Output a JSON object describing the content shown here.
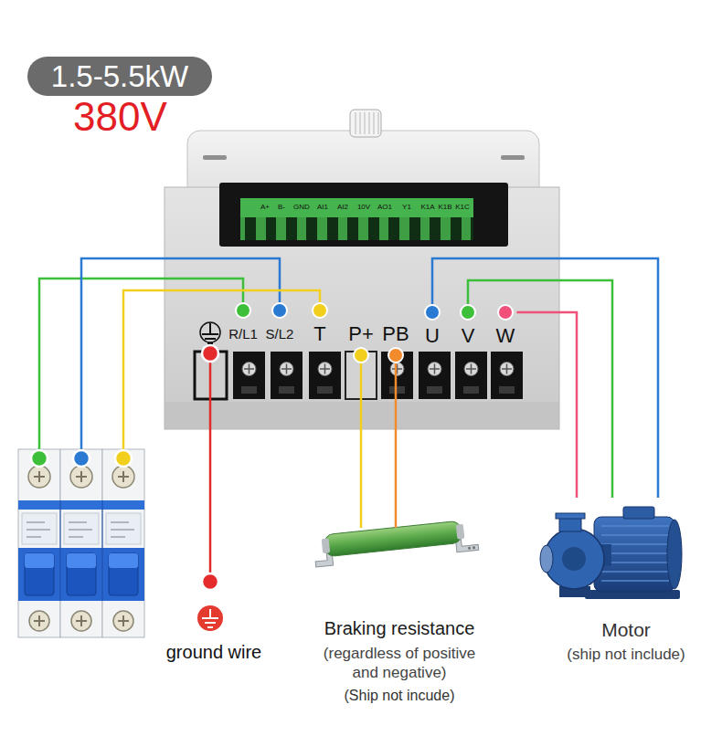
{
  "diagram": {
    "nodes": [
      {
        "text": [
          "1.5-5.5kW"
        ]
      },
      {
        "text": [
          "A+",
          "B-",
          "GND",
          "AI1",
          "AI2",
          "10V",
          "AO1",
          "Y1",
          "K1A",
          "K1B",
          "K1C"
        ]
      },
      {
        "text": [
          "R/L1"
        ]
      },
      {
        "text": [
          "S/L2"
        ]
      },
      {
        "text": [
          "T"
        ]
      },
      {
        "text": [
          "P+"
        ]
      },
      {
        "text": [
          "PB"
        ]
      },
      {
        "text": [
          "U"
        ]
      },
      {
        "text": [
          "V"
        ]
      },
      {
        "text": [
          "W"
        ]
      },
      {
        "text": [
          "ground wire"
        ]
      },
      {
        "text": [
          "Braking resistance",
          "(regardless of positive and negative)",
          "(Ship not incude)"
        ]
      },
      {
        "text": [
          "Motor",
          "(ship not include)"
        ]
      }
    ],
    "edges": [
      {
        "from": 7,
        "to": 12,
        "arrow": "none"
      },
      {
        "from": 8,
        "to": 12,
        "arrow": "none"
      },
      {
        "from": 9,
        "to": 12,
        "arrow": "none"
      },
      {
        "from": 5,
        "to": 11,
        "arrow": "none"
      },
      {
        "from": 6,
        "to": 11,
        "arrow": "none"
      }
    ],
    "labels": [
      "380V"
    ]
  }
}
